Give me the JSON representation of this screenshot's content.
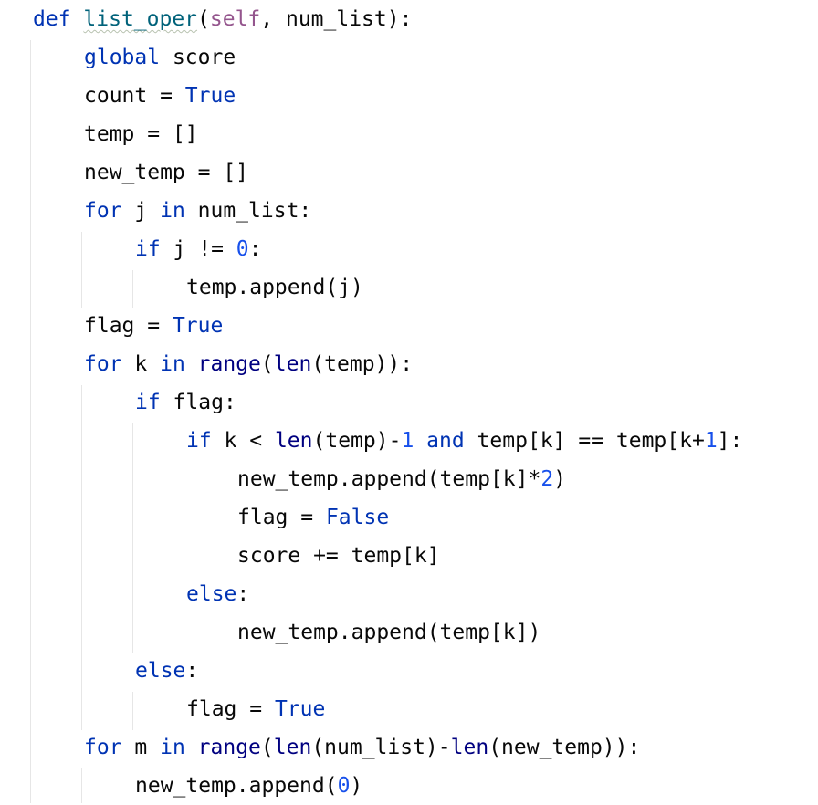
{
  "code": {
    "lines": [
      {
        "indent": 0,
        "tokens": [
          {
            "t": "def",
            "k": "kw"
          },
          {
            "t": " ",
            "k": "id"
          },
          {
            "t": "list_oper",
            "k": "fn",
            "warn": true
          },
          {
            "t": "(",
            "k": "punct"
          },
          {
            "t": "self",
            "k": "self"
          },
          {
            "t": ", num_list):",
            "k": "id"
          }
        ]
      },
      {
        "indent": 1,
        "tokens": [
          {
            "t": "global",
            "k": "kw"
          },
          {
            "t": " score",
            "k": "id"
          }
        ]
      },
      {
        "indent": 1,
        "tokens": [
          {
            "t": "count = ",
            "k": "id"
          },
          {
            "t": "True",
            "k": "kw"
          }
        ]
      },
      {
        "indent": 1,
        "tokens": [
          {
            "t": "temp = []",
            "k": "id"
          }
        ]
      },
      {
        "indent": 1,
        "tokens": [
          {
            "t": "new_temp = []",
            "k": "id"
          }
        ]
      },
      {
        "indent": 1,
        "tokens": [
          {
            "t": "for",
            "k": "kw"
          },
          {
            "t": " j ",
            "k": "id"
          },
          {
            "t": "in",
            "k": "kw"
          },
          {
            "t": " num_list:",
            "k": "id"
          }
        ]
      },
      {
        "indent": 2,
        "tokens": [
          {
            "t": "if",
            "k": "kw"
          },
          {
            "t": " j != ",
            "k": "id"
          },
          {
            "t": "0",
            "k": "num"
          },
          {
            "t": ":",
            "k": "id"
          }
        ]
      },
      {
        "indent": 3,
        "tokens": [
          {
            "t": "temp.append(j)",
            "k": "id"
          }
        ]
      },
      {
        "indent": 1,
        "tokens": [
          {
            "t": "flag = ",
            "k": "id"
          },
          {
            "t": "True",
            "k": "kw"
          }
        ]
      },
      {
        "indent": 1,
        "tokens": [
          {
            "t": "for",
            "k": "kw"
          },
          {
            "t": " k ",
            "k": "id"
          },
          {
            "t": "in",
            "k": "kw"
          },
          {
            "t": " ",
            "k": "id"
          },
          {
            "t": "range",
            "k": "builtin"
          },
          {
            "t": "(",
            "k": "id"
          },
          {
            "t": "len",
            "k": "builtin"
          },
          {
            "t": "(temp)):",
            "k": "id"
          }
        ]
      },
      {
        "indent": 2,
        "tokens": [
          {
            "t": "if",
            "k": "kw"
          },
          {
            "t": " flag:",
            "k": "id"
          }
        ]
      },
      {
        "indent": 3,
        "tokens": [
          {
            "t": "if",
            "k": "kw"
          },
          {
            "t": " k < ",
            "k": "id"
          },
          {
            "t": "len",
            "k": "builtin"
          },
          {
            "t": "(temp)-",
            "k": "id"
          },
          {
            "t": "1",
            "k": "num"
          },
          {
            "t": " ",
            "k": "id"
          },
          {
            "t": "and",
            "k": "kw"
          },
          {
            "t": " temp[k] == temp[k+",
            "k": "id"
          },
          {
            "t": "1",
            "k": "num"
          },
          {
            "t": "]:",
            "k": "id"
          }
        ]
      },
      {
        "indent": 4,
        "tokens": [
          {
            "t": "new_temp.append(temp[k]*",
            "k": "id"
          },
          {
            "t": "2",
            "k": "num"
          },
          {
            "t": ")",
            "k": "id"
          }
        ]
      },
      {
        "indent": 4,
        "tokens": [
          {
            "t": "flag = ",
            "k": "id"
          },
          {
            "t": "False",
            "k": "kw"
          }
        ]
      },
      {
        "indent": 4,
        "tokens": [
          {
            "t": "score += temp[k]",
            "k": "id"
          }
        ]
      },
      {
        "indent": 3,
        "tokens": [
          {
            "t": "else",
            "k": "kw"
          },
          {
            "t": ":",
            "k": "id"
          }
        ]
      },
      {
        "indent": 4,
        "tokens": [
          {
            "t": "new_temp.append(temp[k])",
            "k": "id"
          }
        ]
      },
      {
        "indent": 2,
        "tokens": [
          {
            "t": "else",
            "k": "kw"
          },
          {
            "t": ":",
            "k": "id"
          }
        ]
      },
      {
        "indent": 3,
        "tokens": [
          {
            "t": "flag = ",
            "k": "id"
          },
          {
            "t": "True",
            "k": "kw"
          }
        ]
      },
      {
        "indent": 1,
        "tokens": [
          {
            "t": "for",
            "k": "kw"
          },
          {
            "t": " m ",
            "k": "id"
          },
          {
            "t": "in",
            "k": "kw"
          },
          {
            "t": " ",
            "k": "id"
          },
          {
            "t": "range",
            "k": "builtin"
          },
          {
            "t": "(",
            "k": "id"
          },
          {
            "t": "len",
            "k": "builtin"
          },
          {
            "t": "(num_list)-",
            "k": "id"
          },
          {
            "t": "len",
            "k": "builtin"
          },
          {
            "t": "(new_temp)):",
            "k": "id"
          }
        ]
      },
      {
        "indent": 2,
        "tokens": [
          {
            "t": "new_temp.append(",
            "k": "id"
          },
          {
            "t": "0",
            "k": "num"
          },
          {
            "t": ")",
            "k": "id"
          }
        ]
      }
    ]
  },
  "colors": {
    "background": "#ffffff",
    "keyword": "#0033b3",
    "function_name": "#00627a",
    "self": "#94558d",
    "number": "#1750eb",
    "builtin": "#000080",
    "identifier": "#080808",
    "indent_guide": "#e6e6e6"
  }
}
